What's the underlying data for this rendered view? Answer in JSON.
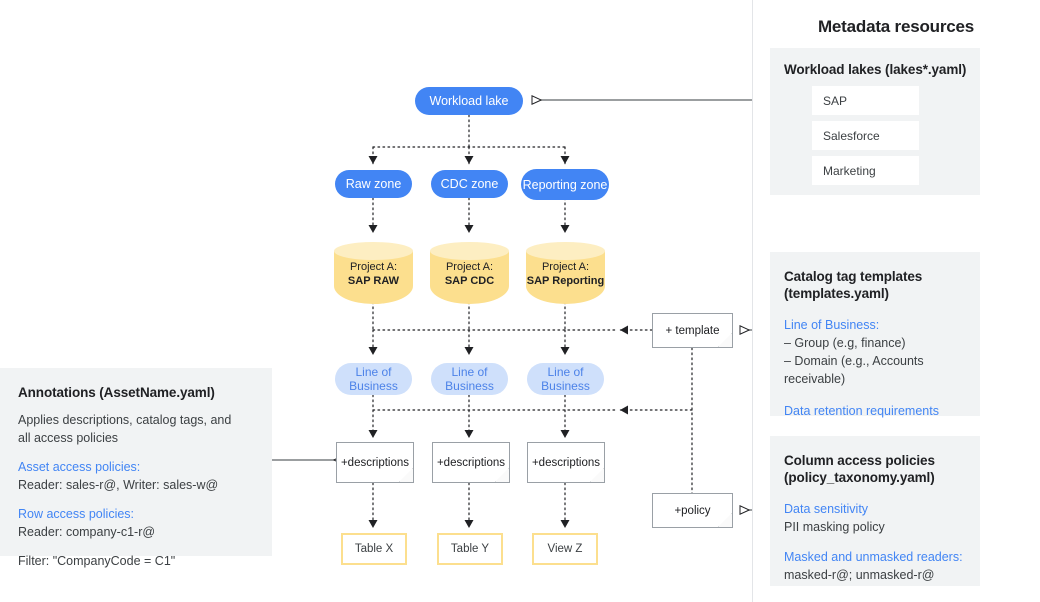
{
  "right_panel": {
    "title": "Metadata resources",
    "workload_lakes": {
      "title": "Workload lakes (lakes*.yaml)",
      "items": [
        "SAP",
        "Salesforce",
        "Marketing"
      ]
    },
    "catalog_tag_templates": {
      "title_line1": "Catalog tag templates",
      "title_line2": "(templates.yaml)",
      "lob_heading": "Line of Business:",
      "bullets": [
        "– Group (e.g, finance)",
        "– Domain (e.g., Accounts receivable)"
      ],
      "retention": "Data retention requirements"
    },
    "column_access_policies": {
      "title_line1": "Column access policies",
      "title_line2": "(policy_taxonomy.yaml)",
      "sensitivity_heading": "Data sensitivity",
      "sensitivity_value": "PII masking policy",
      "readers_heading": "Masked and unmasked readers:",
      "readers_value": "masked-r@; unmasked-r@"
    }
  },
  "annotations_panel": {
    "title": "Annotations (AssetName.yaml)",
    "description_line1": "Applies descriptions, catalog tags, and",
    "description_line2": "all access policies",
    "asset_heading": "Asset access policies:",
    "asset_value": "Reader: sales-r@, Writer: sales-w@",
    "row_heading": "Row access policies:",
    "row_value": "Reader: company-c1-r@",
    "filter_value": "Filter: \"CompanyCode = C1\""
  },
  "flow": {
    "workload_lake": "Workload lake",
    "zones": [
      "Raw zone",
      "CDC zone",
      "Reporting zone"
    ],
    "projects": [
      {
        "line1": "Project A:",
        "line2": "SAP RAW"
      },
      {
        "line1": "Project A:",
        "line2": "SAP CDC"
      },
      {
        "line1": "Project A:",
        "line2": "SAP Reporting"
      }
    ],
    "lob_label": "Line of Business",
    "descriptions_label": "+descriptions",
    "assets": [
      "Table X",
      "Table Y",
      "View Z"
    ],
    "template_note": "+ template",
    "policy_note": "+policy"
  },
  "colors": {
    "primary_blue": "#4285f4",
    "light_blue": "#cfe0fb",
    "yellow": "#fcdf8e",
    "panel_gray": "#f1f3f4"
  }
}
